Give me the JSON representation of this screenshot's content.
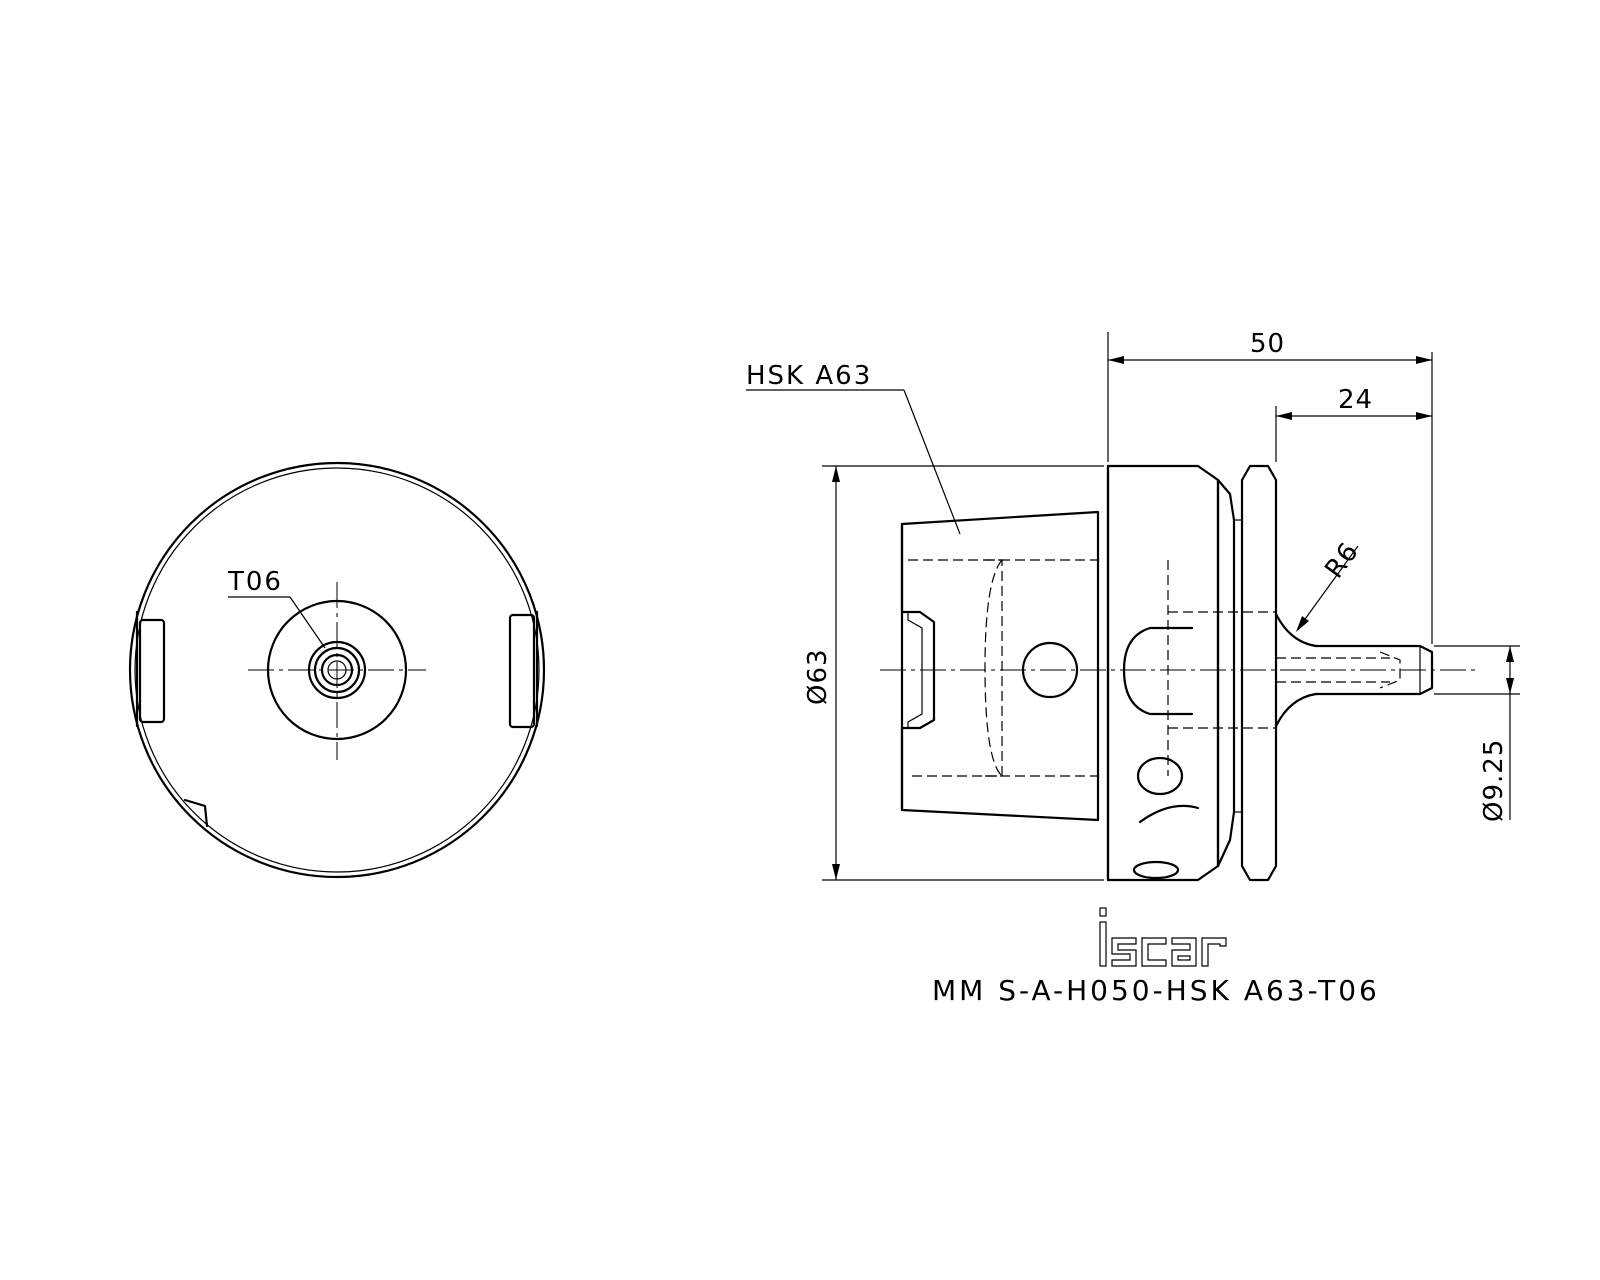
{
  "front_view": {
    "thread_label": "T06"
  },
  "side_view": {
    "taper_label": "HSK A63",
    "dimensions": {
      "overall_length": "50",
      "neck_length": "24",
      "radius": "R6",
      "body_diameter": "Ø63",
      "shank_diameter": "Ø9.25"
    }
  },
  "brand": {
    "logo_text": "iscar"
  },
  "part_number": "MM S-A-H050-HSK A63-T06"
}
